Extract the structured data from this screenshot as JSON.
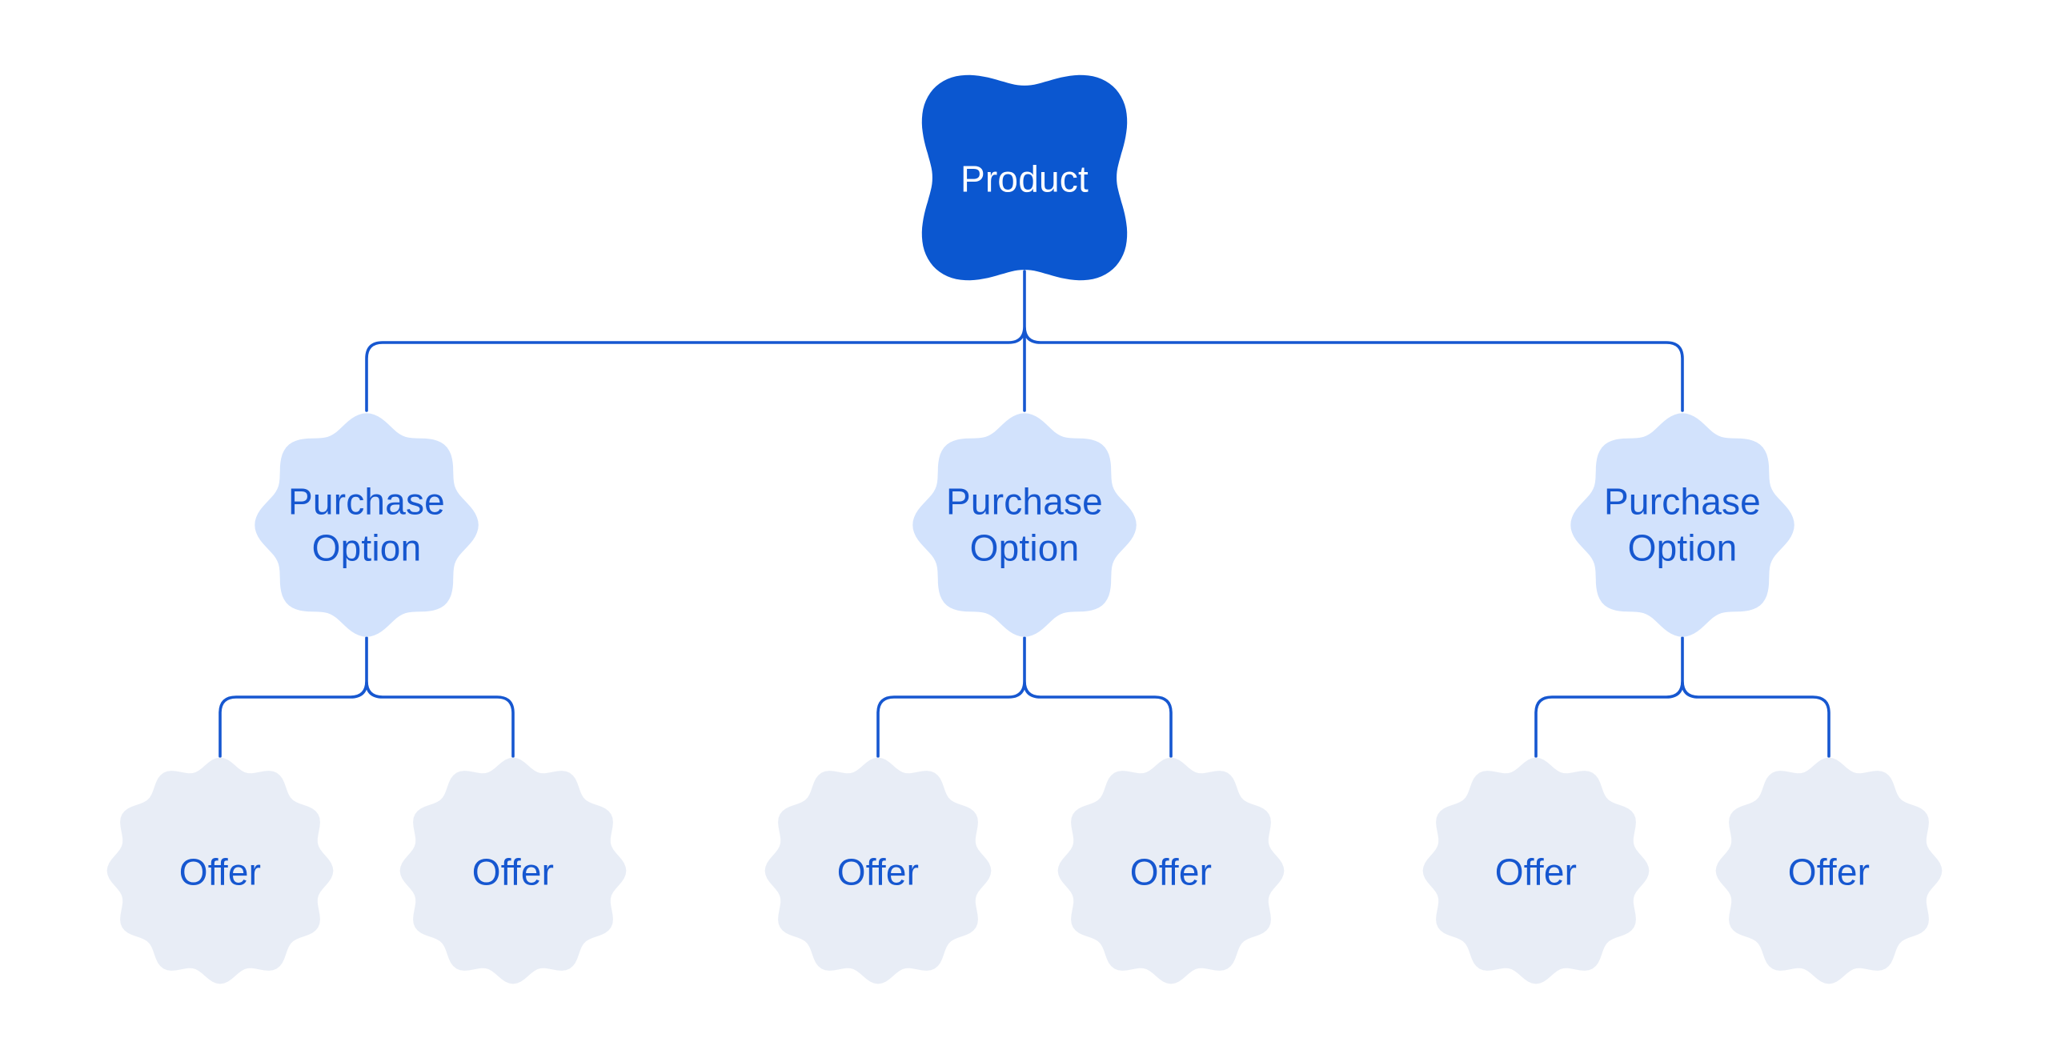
{
  "diagram": {
    "root": {
      "label": "Product"
    },
    "purchase_options": [
      {
        "label": "Purchase Option",
        "offers": [
          {
            "label": "Offer"
          },
          {
            "label": "Offer"
          }
        ]
      },
      {
        "label": "Purchase Option",
        "offers": [
          {
            "label": "Offer"
          },
          {
            "label": "Offer"
          }
        ]
      },
      {
        "label": "Purchase Option",
        "offers": [
          {
            "label": "Offer"
          },
          {
            "label": "Offer"
          }
        ]
      }
    ],
    "colors": {
      "background": "#FFFFFF",
      "product_fill": "#0B57D0",
      "product_text": "#FFFFFF",
      "purchase_option_fill": "#D2E2FC",
      "offer_fill": "#E8EDF6",
      "accent_text": "#1657D0",
      "connector": "#1657D0"
    }
  }
}
